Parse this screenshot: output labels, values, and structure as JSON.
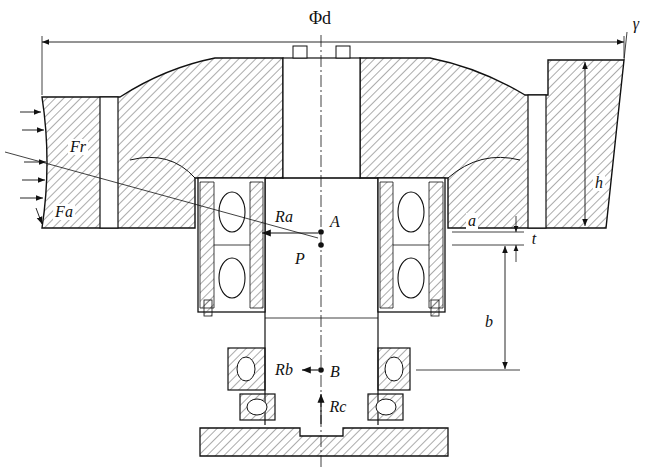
{
  "diagram": {
    "labels": [
      "Φd",
      "γ",
      "Fr",
      "Fa",
      "h",
      "Ra",
      "A",
      "a",
      "t",
      "P",
      "b",
      "Rb",
      "B",
      "Rc"
    ]
  }
}
